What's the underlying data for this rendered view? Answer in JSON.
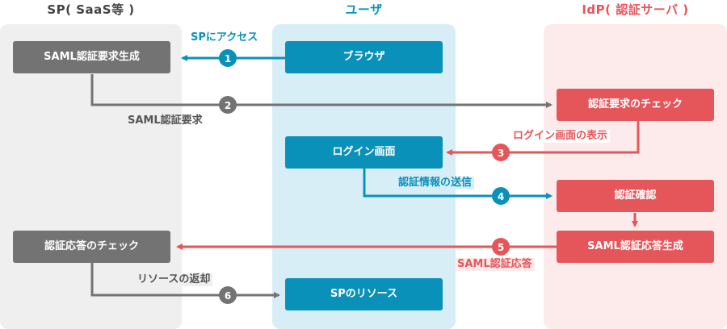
{
  "lanes": {
    "sp": {
      "title": "SP( SaaS等 )"
    },
    "user": {
      "title": "ユーザ"
    },
    "idp": {
      "title": "IdP( 認証サーバ )"
    }
  },
  "boxes": {
    "saml_request_gen": "SAML認証要求生成",
    "browser": "ブラウザ",
    "check_request": "認証要求のチェック",
    "login_screen": "ログイン画面",
    "auth_confirm": "認証確認",
    "saml_response_gen": "SAML認証応答生成",
    "check_response": "認証応答のチェック",
    "sp_resource": "SPのリソース"
  },
  "steps": [
    {
      "number": "1",
      "label": "SPにアクセス"
    },
    {
      "number": "2",
      "label": "SAML認証要求"
    },
    {
      "number": "3",
      "label": "ログイン画面の表示"
    },
    {
      "number": "4",
      "label": "認証情報の送信"
    },
    {
      "number": "5",
      "label": "SAML認証応答"
    },
    {
      "number": "6",
      "label": "リソースの返却"
    }
  ],
  "colors": {
    "gray": "#737373",
    "blue": "#0a91b9",
    "red": "#e5565b",
    "sp_lane": "#efefef",
    "user_lane": "#d8eef7",
    "idp_lane": "#fdeaea"
  }
}
